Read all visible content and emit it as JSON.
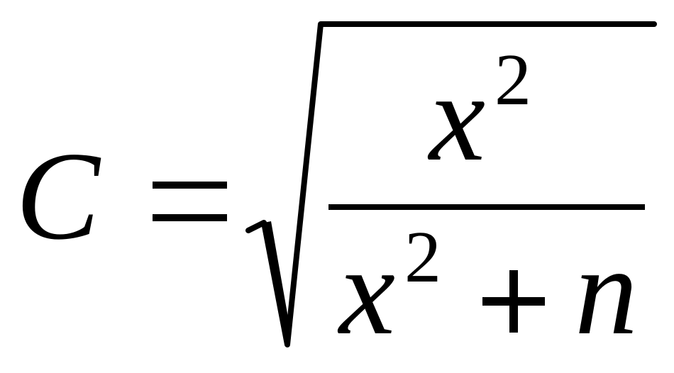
{
  "formula": {
    "lhs": "C",
    "equals": "=",
    "numerator_variable": "x",
    "numerator_exponent": "2",
    "denominator_variable": "x",
    "denominator_exponent": "2",
    "plus": "+",
    "denominator_term": "n"
  }
}
